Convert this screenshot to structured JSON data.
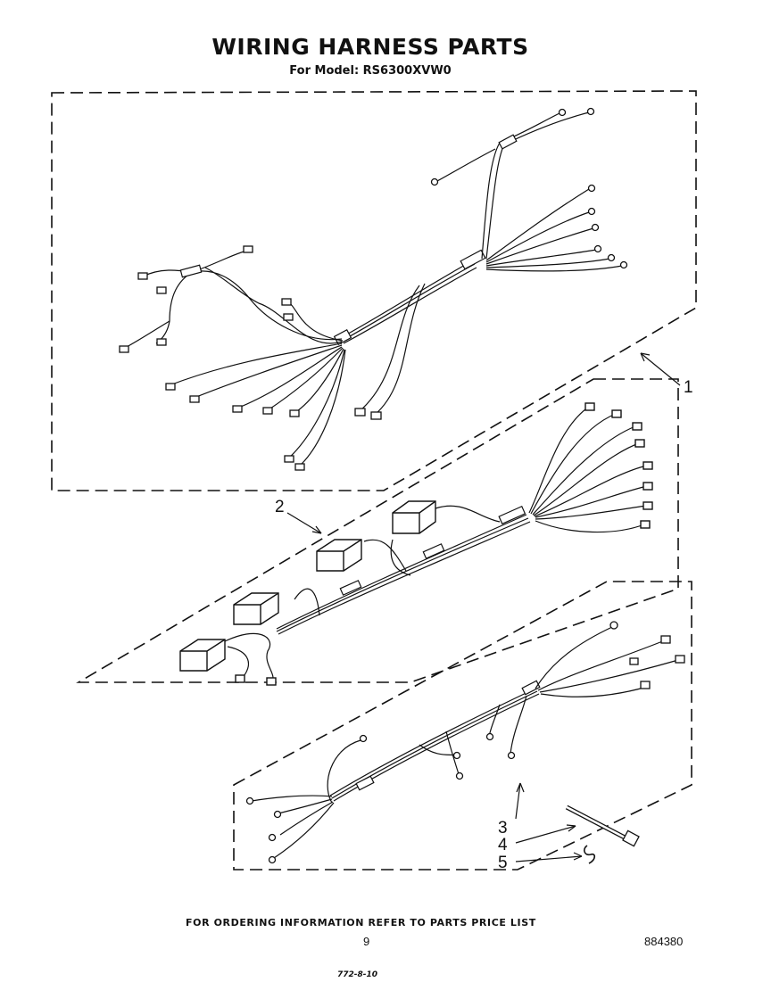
{
  "header": {
    "title": "WIRING HARNESS PARTS",
    "model_line": "For Model: RS6300XVW0"
  },
  "callouts": [
    "1",
    "2",
    "3",
    "4",
    "5"
  ],
  "footer": {
    "ordering_note": "FOR ORDERING INFORMATION REFER TO PARTS PRICE LIST",
    "page_number": "9",
    "document_number": "884380",
    "handwritten_mark": "772-8-10"
  }
}
